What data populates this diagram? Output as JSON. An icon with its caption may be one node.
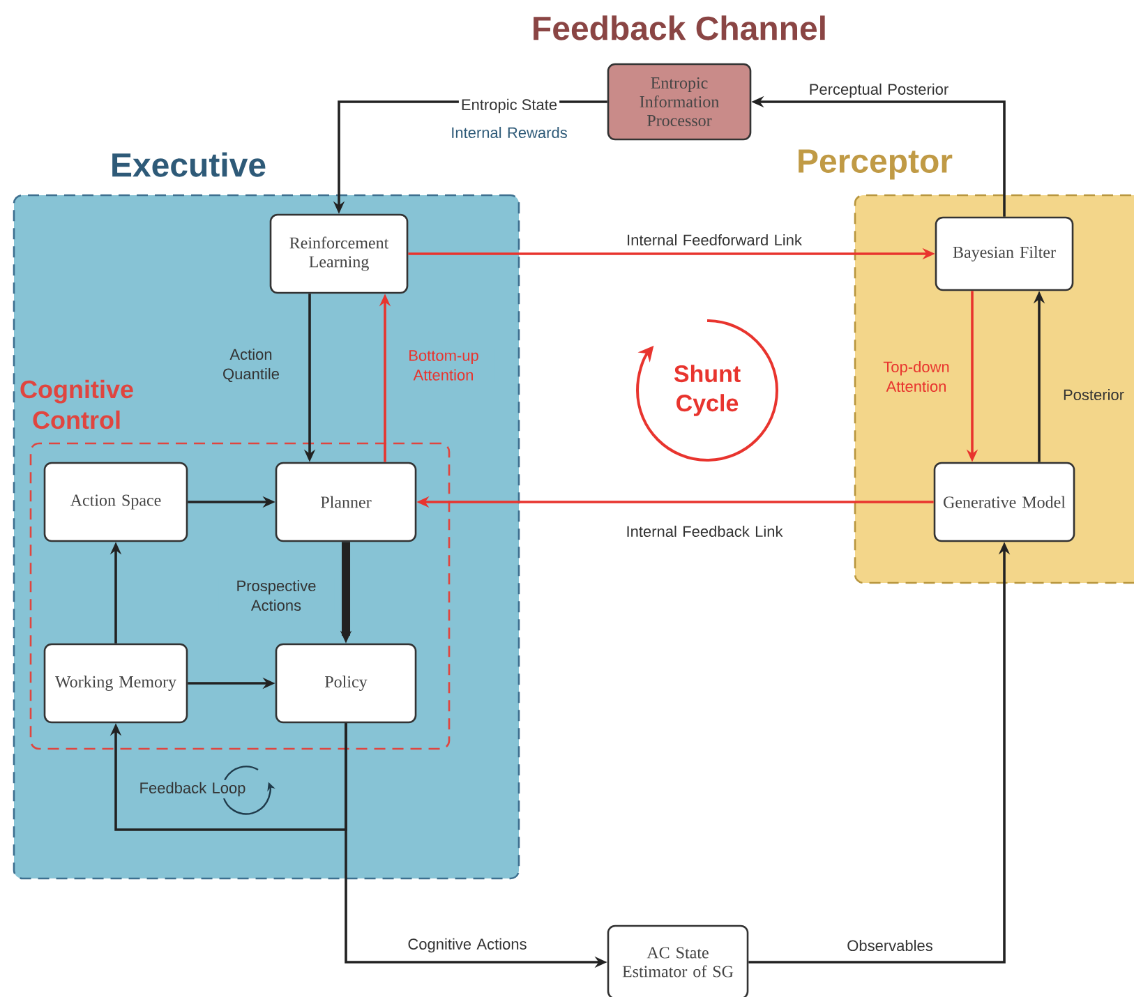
{
  "diagram": {
    "title": "Feedback Channel",
    "nodes": [
      {
        "text": [
          "Executive"
        ]
      },
      {
        "text": [
          "Cognitive Control"
        ],
        "in": 0
      },
      {
        "text": [
          "Reinforcement Learning"
        ],
        "in": 0
      },
      {
        "text": [
          "Action Space"
        ],
        "in": 1
      },
      {
        "text": [
          "Planner"
        ],
        "in": 1
      },
      {
        "text": [
          "Working Memory"
        ],
        "in": 1
      },
      {
        "text": [
          "Policy"
        ],
        "in": 1
      },
      {
        "text": [
          "Perceptor"
        ]
      },
      {
        "text": [
          "Bayesian Filter"
        ],
        "in": 7
      },
      {
        "text": [
          "Generative Model"
        ],
        "in": 7
      },
      {
        "text": [
          "Entropic Information Processor"
        ]
      },
      {
        "text": [
          "AC State Estimator of SG"
        ]
      }
    ],
    "edges": [
      {
        "from": 8,
        "to": 10,
        "arrow": "to",
        "label": "Perceptual Posterior"
      },
      {
        "from": 10,
        "to": 2,
        "arrow": "to",
        "label": "Entropic State"
      },
      {
        "from": 2,
        "to": 8,
        "arrow": "to",
        "label": "Internal Feedforward Link",
        "color": "#e8342e"
      },
      {
        "from": 2,
        "to": 4,
        "arrow": "to",
        "label": "Action Quantile"
      },
      {
        "from": 4,
        "to": 2,
        "arrow": "to",
        "label": "Bottom-up Attention",
        "color": "#e8342e"
      },
      {
        "from": 8,
        "to": 9,
        "arrow": "to",
        "label": "Top-down Attention",
        "color": "#e8342e"
      },
      {
        "from": 9,
        "to": 8,
        "arrow": "to",
        "label": "Posterior"
      },
      {
        "from": 9,
        "to": 4,
        "arrow": "to",
        "label": "Internal Feedback Link",
        "color": "#e8342e"
      },
      {
        "from": 3,
        "to": 4,
        "arrow": "to"
      },
      {
        "from": 5,
        "to": 3,
        "arrow": "to"
      },
      {
        "from": 5,
        "to": 6,
        "arrow": "to"
      },
      {
        "from": 4,
        "to": 6,
        "arrow": "to",
        "label": "Prospective Actions",
        "style": "thick"
      },
      {
        "from": 6,
        "to": 5,
        "arrow": "to",
        "label": "Feedback Loop"
      },
      {
        "from": 6,
        "to": 11,
        "arrow": "to",
        "label": "Cognitive Actions"
      },
      {
        "from": 11,
        "to": 9,
        "arrow": "to",
        "label": "Observables"
      }
    ],
    "labels": [
      "Internal Rewards",
      "Shunt Cycle"
    ]
  }
}
